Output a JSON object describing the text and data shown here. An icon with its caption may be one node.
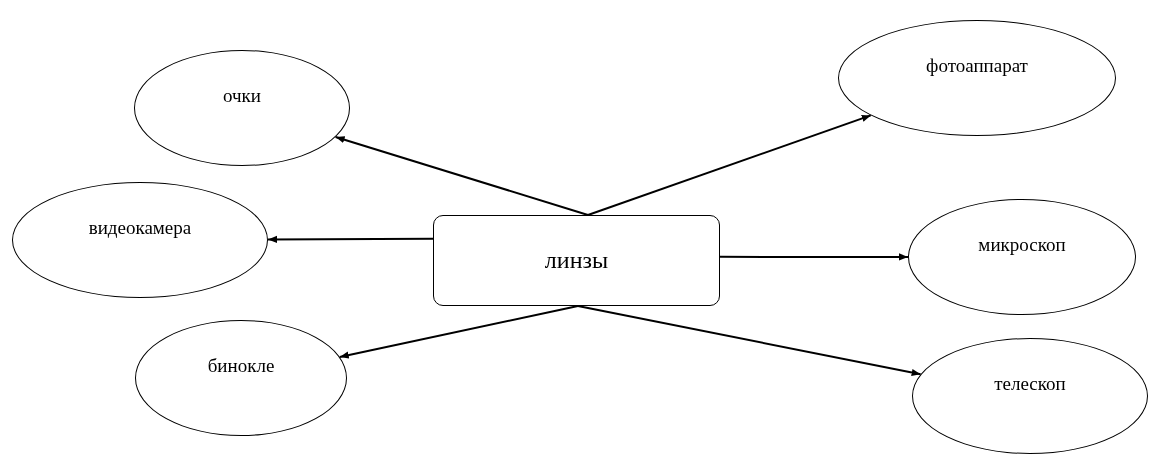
{
  "diagram": {
    "nodes": [
      {
        "text": [
          "очки"
        ]
      },
      {
        "text": [
          "фотоаппарат"
        ]
      },
      {
        "text": [
          "видеокамера"
        ]
      },
      {
        "text": [
          "линзы"
        ]
      },
      {
        "text": [
          "микроскоп"
        ]
      },
      {
        "text": [
          "бинокле"
        ]
      },
      {
        "text": [
          "телескоп"
        ]
      }
    ],
    "edges": [
      {
        "from": 3,
        "to": 0,
        "arrow": "to"
      },
      {
        "from": 3,
        "to": 1,
        "arrow": "to"
      },
      {
        "from": 3,
        "to": 2,
        "arrow": "to"
      },
      {
        "from": 3,
        "to": 4,
        "arrow": "to"
      },
      {
        "from": 3,
        "to": 5,
        "arrow": "to"
      },
      {
        "from": 3,
        "to": 6,
        "arrow": "to"
      }
    ]
  }
}
